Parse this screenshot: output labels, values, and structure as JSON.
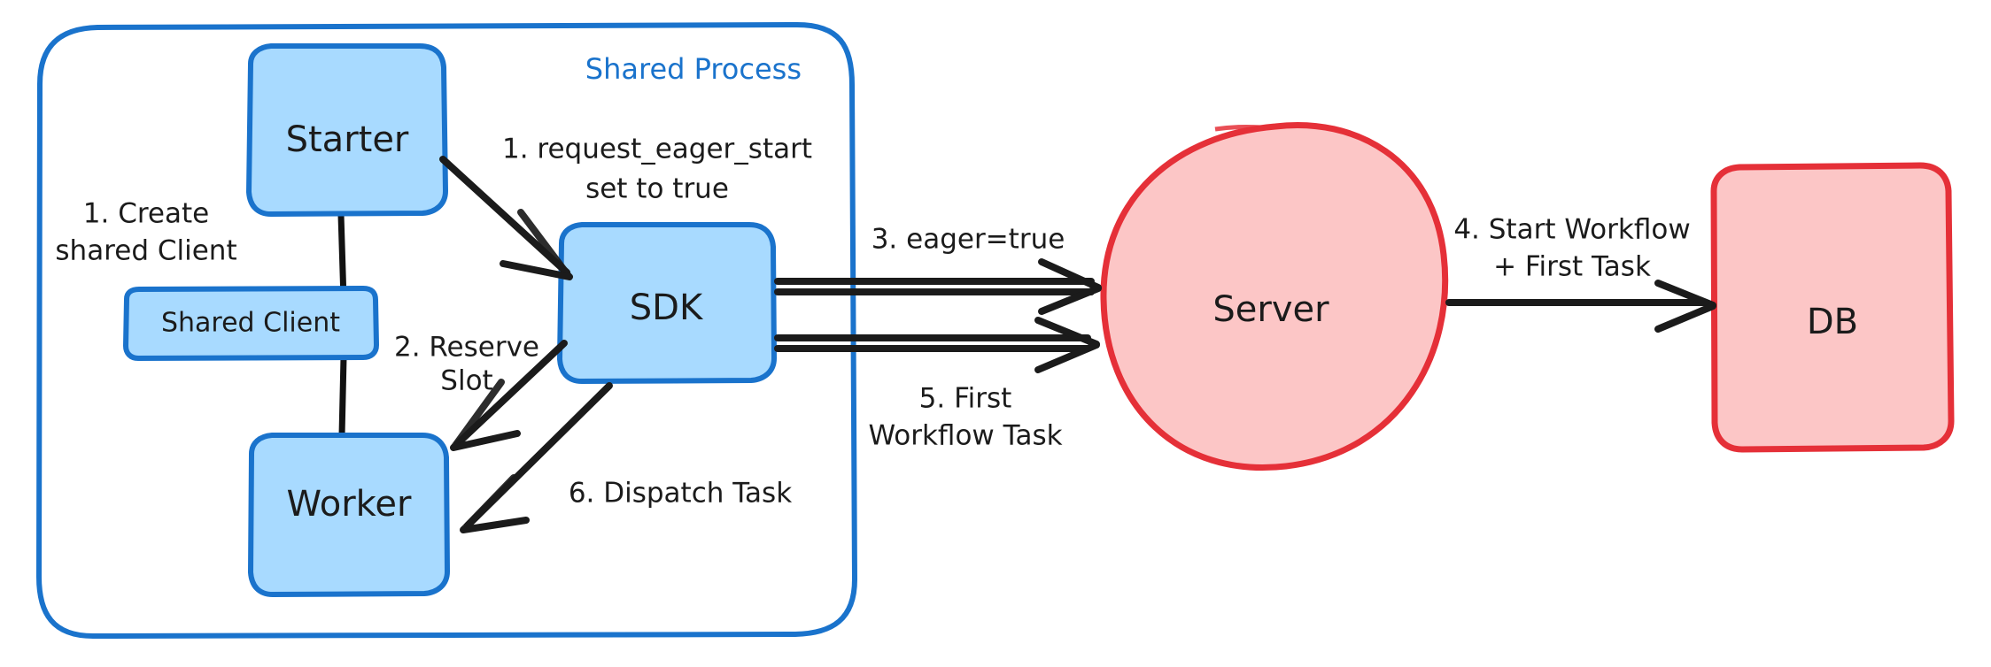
{
  "diagram": {
    "title": "Shared Process eager workflow start sequence",
    "style": "hand-drawn whiteboard sketch",
    "colors": {
      "node_blue_fill": "#a8daff",
      "node_blue_stroke": "#1a73cc",
      "node_red_fill": "#fcc6c6",
      "node_red_stroke": "#e53038",
      "edge": "#1b1b1b",
      "group_title": "#1a73cc",
      "background": "#ffffff"
    },
    "group": {
      "label": "Shared Process"
    },
    "nodes": [
      {
        "id": "starter",
        "label": "Starter",
        "shape": "rounded-rect",
        "color": "blue"
      },
      {
        "id": "shared-client",
        "label": "Shared Client",
        "shape": "pill",
        "color": "blue"
      },
      {
        "id": "worker",
        "label": "Worker",
        "shape": "rounded-rect",
        "color": "blue"
      },
      {
        "id": "sdk",
        "label": "SDK",
        "shape": "rounded-rect",
        "color": "blue"
      },
      {
        "id": "server",
        "label": "Server",
        "shape": "ellipse",
        "color": "red"
      },
      {
        "id": "db",
        "label": "DB",
        "shape": "rounded-rect",
        "color": "red"
      }
    ],
    "edges": [
      {
        "id": "e1",
        "from": "starter",
        "to": "sdk",
        "label_lines": [
          "1. request_eager_start",
          "set to true"
        ],
        "label": "1. request_eager_start set to true"
      },
      {
        "id": "e2",
        "from": "sdk",
        "to": "worker",
        "label_lines": [
          "2. Reserve",
          "Slot"
        ],
        "label": "2. Reserve Slot"
      },
      {
        "id": "e3",
        "from": "sdk",
        "to": "server",
        "label_lines": [
          "3. eager=true"
        ],
        "label": "3. eager=true"
      },
      {
        "id": "e4",
        "from": "server",
        "to": "db",
        "label_lines": [
          "4. Start Workflow",
          "+ First Task"
        ],
        "label": "4. Start Workflow + First Task"
      },
      {
        "id": "e5",
        "from": "server",
        "to": "sdk",
        "label_lines": [
          "5. First",
          "Workflow Task"
        ],
        "label": "5. First Workflow Task"
      },
      {
        "id": "e6",
        "from": "sdk",
        "to": "worker",
        "label_lines": [
          "6. Dispatch Task"
        ],
        "label": "6. Dispatch Task"
      }
    ],
    "annotations": [
      {
        "id": "a1",
        "label_lines": [
          "1. Create",
          "shared Client"
        ],
        "label": "1. Create shared Client"
      }
    ]
  }
}
